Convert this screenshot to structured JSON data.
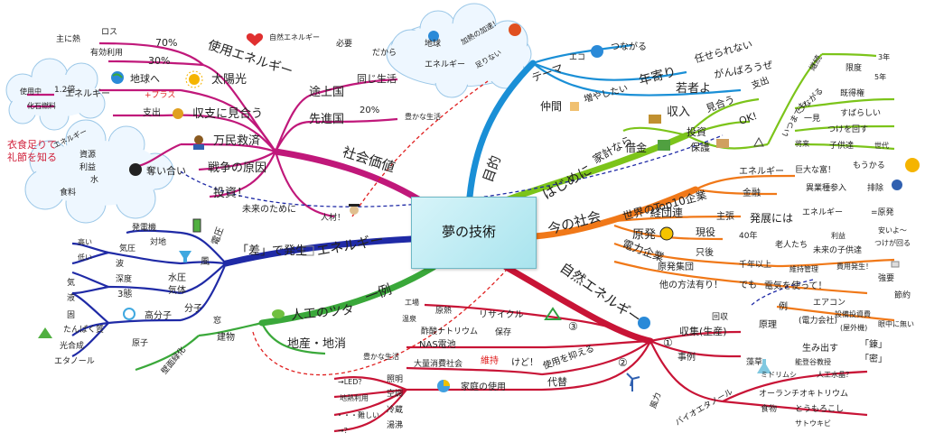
{
  "center": {
    "title": "夢の技術"
  },
  "branches": {
    "social_value": {
      "label": "社会価値",
      "color": "#c0187a",
      "items": [
        "使用エネルギー",
        "太陽光",
        "収支に見合う",
        "万民救済",
        "戦争の原因",
        "投資！",
        "途上国",
        "先進国",
        "同じ生活",
        "未来のために",
        "人材！"
      ],
      "details": [
        "主に熱",
        "ロス",
        "70%",
        "有効利用",
        "30%",
        "地球へ",
        "エネルギー",
        "+プラス",
        "支出",
        "使用中",
        "1.2倍",
        "化石燃料",
        "エネルギー",
        "資源",
        "利益",
        "水",
        "食料",
        "奪い合い",
        "20%",
        "豊かな生活",
        "自然エネルギー",
        "必要",
        "だから",
        "地球",
        "加熱の加速！",
        "エネルギー",
        "足りない"
      ],
      "note_line1": "衣食足りて",
      "note_line2": "礼節を知る"
    },
    "purpose": {
      "label": "目的",
      "color": "#1a8fd6",
      "items": [
        "テーマ",
        "エコ",
        "つながる",
        "仲間",
        "増やしたい",
        "年寄り",
        "任せられない",
        "若者よ",
        "がんばろうぜ"
      ]
    },
    "intro": {
      "label": "はじめに",
      "color": "#7cc41a",
      "items": [
        "家計なら",
        "収入",
        "見合う",
        "支出",
        "借金",
        "投資",
        "OK!",
        "保護",
        "いつまでも",
        "継続",
        "限度",
        "3年",
        "5年",
        "つながる",
        "既得権",
        "一見",
        "すばらしい",
        "つけを回す",
        "将来",
        "子供達",
        "世代"
      ]
    },
    "current_society": {
      "label": "今の社会",
      "color": "#f07818",
      "items": [
        "世界のTop10企業",
        "エネルギー",
        "巨大な富！",
        "もうかる",
        "金融",
        "異業種参入",
        "排除",
        "経団連",
        "主張",
        "発展には",
        "エネルギー",
        "=原発",
        "原発",
        "現役",
        "40年",
        "利益",
        "安いよ〜",
        "老人たち",
        "未来の子供達",
        "つけが回る",
        "電力企業",
        "只後",
        "千年以上",
        "維持管理",
        "費用発生！",
        "原発集団",
        "他の方法有り！",
        "でも",
        "電気を使って！",
        "強要",
        "例",
        "エアコン",
        "節約",
        "設備投資費",
        "(電力会社)",
        "(屋外機)",
        "眼中に無い"
      ]
    },
    "natural_energy": {
      "label": "自然エネルギー",
      "color": "#c81436",
      "items": [
        "工場",
        "原熱",
        "温泉",
        "リサイクル",
        "酢酸ナトリウム",
        "保存",
        "NAS電池",
        "③",
        "大量消費社会",
        "維持",
        "けど！",
        "使用を抑える",
        "②",
        "豊かな生活",
        "家庭の使用",
        "代替",
        "照明",
        "→LED？",
        "空調",
        "地熱利用",
        "冷蔵",
        "・・・難しい",
        "湯沸",
        "→？",
        "風力",
        "①",
        "収集(生産)",
        "回収",
        "原理",
        "事例",
        "生み出す",
        "「錬」",
        "「密」",
        "藻草",
        "能登谷教授",
        "バイオエタノール",
        "ミドリムシ",
        "人工水晶？",
        "オーランチオキトリウム",
        "食物",
        "とうもろこし",
        "サトウキビ"
      ]
    },
    "example": {
      "label": "一例",
      "color": "#3aa83a",
      "items": [
        "人工のツタ",
        "窓",
        "建物",
        "壁面緑化",
        "地産・地消"
      ]
    },
    "energy": {
      "label": "エネルギー",
      "color": "#1f2aa6",
      "items": [
        "「差」で発生",
        "発電機",
        "電圧",
        "高い",
        "低い",
        "気圧",
        "対地",
        "風",
        "波",
        "深度",
        "水圧",
        "気体",
        "3態",
        "気",
        "液",
        "固",
        "高分子",
        "分子",
        "原子",
        "たんぱく質",
        "光合成",
        "エタノール"
      ]
    }
  }
}
